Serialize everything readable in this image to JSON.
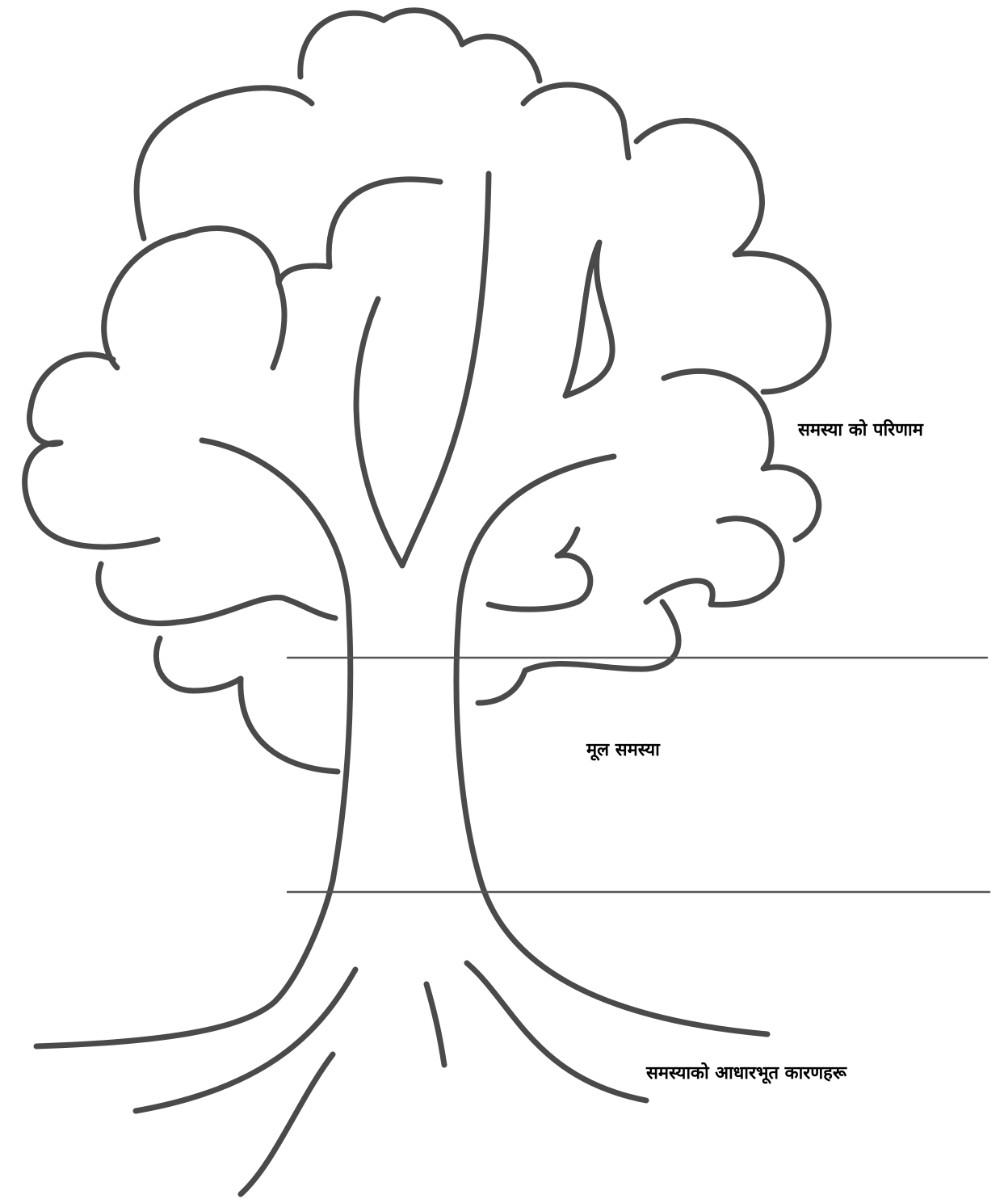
{
  "labels": {
    "consequences": "समस्या को परिणाम",
    "core_problem": "मूल समस्या",
    "root_causes": "समस्याको आधारभूत कारणहरू"
  },
  "colors": {
    "stroke": "#4a4a4a",
    "divider": "#555555",
    "text": "#000000",
    "background": "#ffffff"
  }
}
